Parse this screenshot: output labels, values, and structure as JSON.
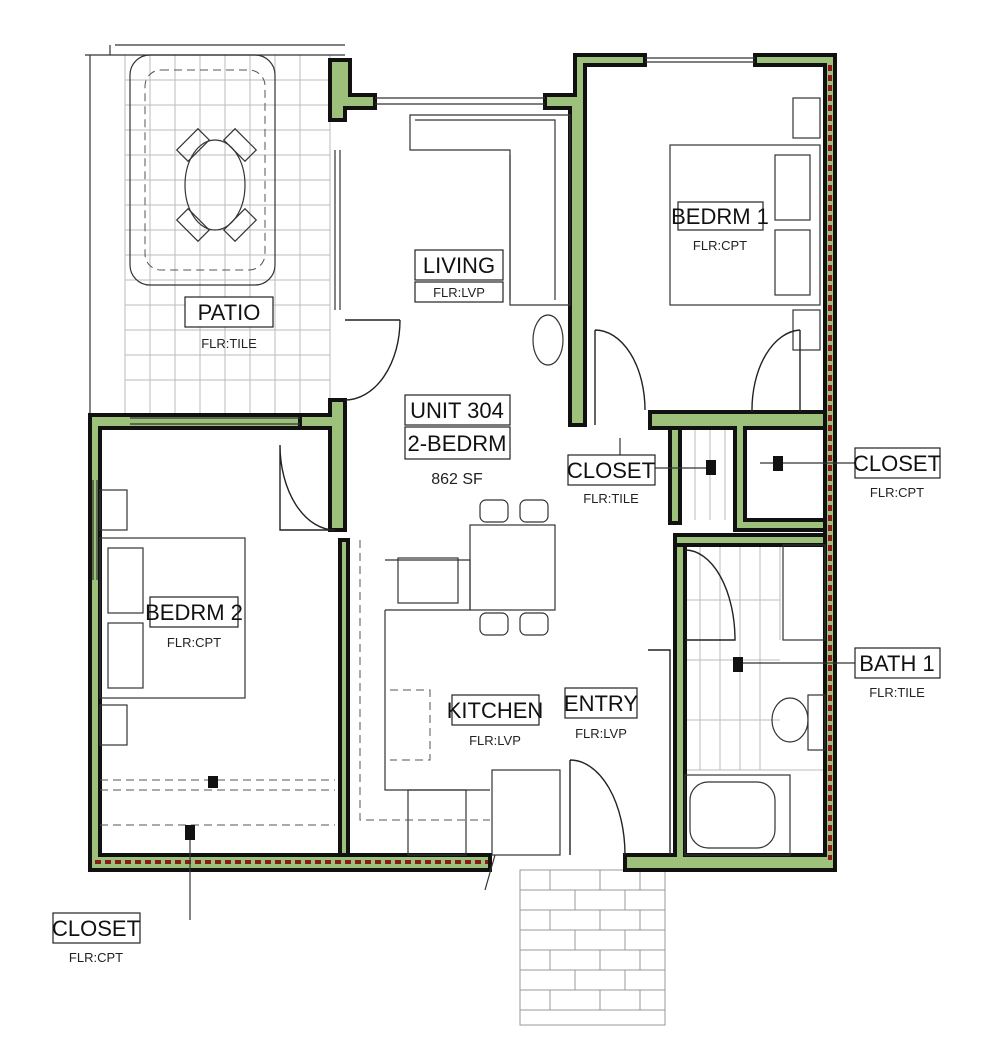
{
  "unit": {
    "name": "UNIT 304",
    "type": "2-BEDRM",
    "area": "862 SF"
  },
  "rooms": {
    "patio": {
      "label": "PATIO",
      "floor": "FLR:TILE"
    },
    "living": {
      "label": "LIVING",
      "floor": "FLR:LVP"
    },
    "bedroom1": {
      "label": "BEDRM 1",
      "floor": "FLR:CPT"
    },
    "bedroom2": {
      "label": "BEDRM 2",
      "floor": "FLR:CPT"
    },
    "closet_hall": {
      "label": "CLOSET",
      "floor": "FLR:TILE"
    },
    "closet_bed1": {
      "label": "CLOSET",
      "floor": "FLR:CPT"
    },
    "bath1": {
      "label": "BATH 1",
      "floor": "FLR:TILE"
    },
    "kitchen": {
      "label": "KITCHEN",
      "floor": "FLR:LVP"
    },
    "entry": {
      "label": "ENTRY",
      "floor": "FLR:LVP"
    },
    "closet_bed2": {
      "label": "CLOSET",
      "floor": "FLR:CPT"
    }
  },
  "colors": {
    "wall": "#9dc07a",
    "line": "#111111"
  }
}
